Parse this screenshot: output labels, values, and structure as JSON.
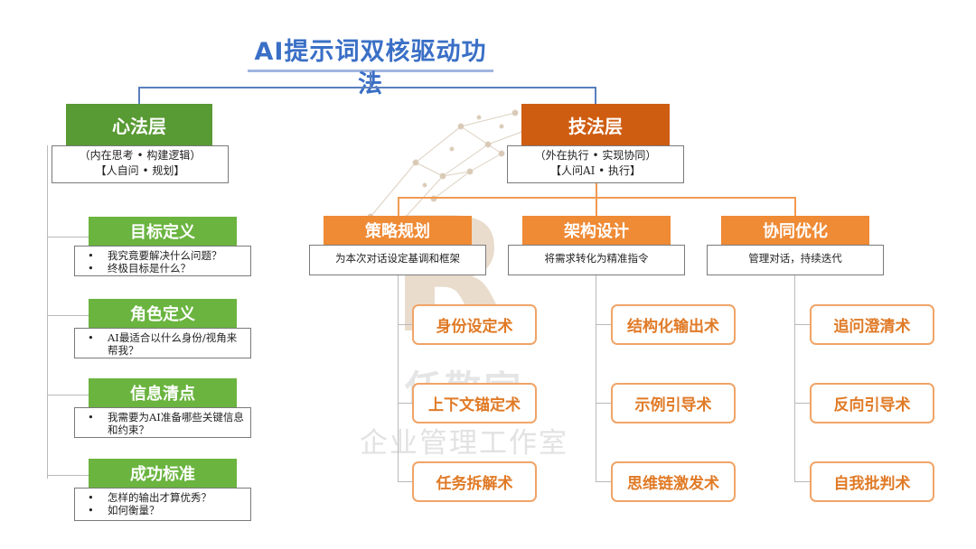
{
  "title": "AI提示词双核驱动功法",
  "left": {
    "header": "心法层",
    "sub_line1": "（内在思考 • 构建逻辑）",
    "sub_line2": "【人自问 • 规划】",
    "items": [
      {
        "label": "目标定义",
        "bullets": [
          "我究竟要解决什么问题？",
          "终极目标是什么？"
        ]
      },
      {
        "label": "角色定义",
        "bullets": [
          "AI最适合以什么身份/视角来帮我？"
        ]
      },
      {
        "label": "信息清点",
        "bullets": [
          "我需要为AI准备哪些关键信息和约束？"
        ]
      },
      {
        "label": "成功标准",
        "bullets": [
          "怎样的输出才算优秀？",
          "如何衡量？"
        ]
      }
    ]
  },
  "right": {
    "header": "技法层",
    "sub_line1": "（外在执行 • 实现协同）",
    "sub_line2": "【人问AI • 执行】",
    "columns": [
      {
        "label": "策略规划",
        "desc": "为本次对话设定基调和框架",
        "techniques": [
          "身份设定术",
          "上下文锚定术",
          "任务拆解术"
        ]
      },
      {
        "label": "架构设计",
        "desc": "将需求转化为精准指令",
        "techniques": [
          "结构化输出术",
          "示例引导术",
          "思维链激发术"
        ]
      },
      {
        "label": "协同优化",
        "desc": "管理对话，持续迭代",
        "techniques": [
          "追问澄清术",
          "反向引导术",
          "自我批判术"
        ]
      }
    ]
  },
  "watermark": {
    "name": "任敬宇",
    "org": "企业管理工作室",
    "logo_letter": "R"
  },
  "colors": {
    "title": "#3a6fc6",
    "green_dark": "#589a33",
    "green": "#6ab43f",
    "orange_dark": "#cf5d11",
    "orange": "#ef8a35",
    "technique_text": "#e07a26"
  }
}
